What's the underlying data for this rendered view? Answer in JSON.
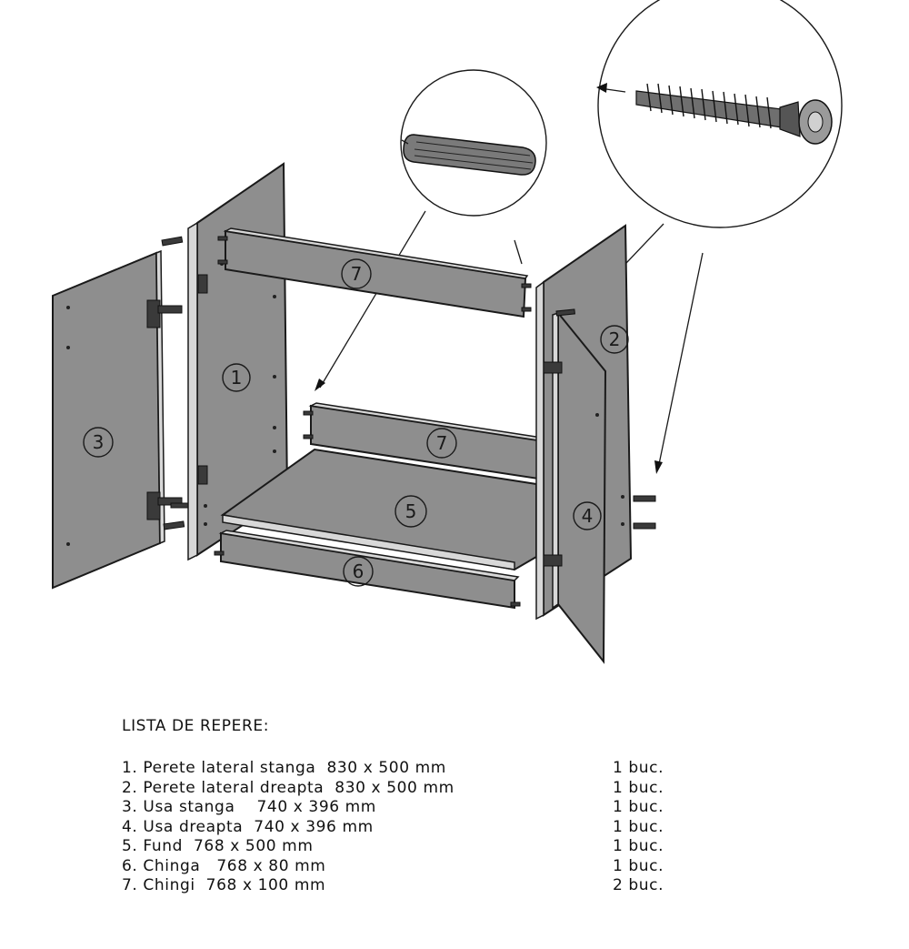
{
  "diagram": {
    "part_labels": [
      "1",
      "2",
      "3",
      "4",
      "5",
      "6",
      "7",
      "7"
    ],
    "detail_callouts": [
      "dowel-detail",
      "screw-detail"
    ]
  },
  "parts_list": {
    "title": "LISTA DE REPERE:",
    "items": [
      {
        "text": "1. Perete lateral stanga  830 x 500 mm",
        "qty": "1 buc."
      },
      {
        "text": "2. Perete lateral dreapta  830 x 500 mm",
        "qty": "1 buc."
      },
      {
        "text": "3. Usa stanga    740 x 396 mm",
        "qty": "1 buc."
      },
      {
        "text": "4. Usa dreapta  740 x 396 mm",
        "qty": "1 buc."
      },
      {
        "text": "5. Fund  768 x 500 mm",
        "qty": "1 buc."
      },
      {
        "text": "6. Chinga   768 x 80 mm",
        "qty": "1 buc."
      },
      {
        "text": "7. Chingi  768 x 100 mm",
        "qty": "2 buc."
      }
    ]
  }
}
